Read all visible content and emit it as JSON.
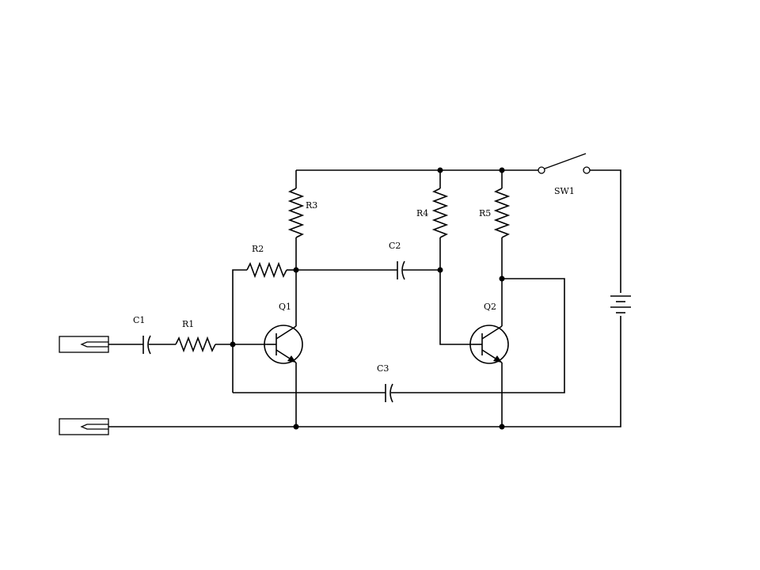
{
  "components": {
    "c1": "C1",
    "r1": "R1",
    "r2": "R2",
    "r3": "R3",
    "r4": "R4",
    "r5": "R5",
    "c2": "C2",
    "c3": "C3",
    "q1": "Q1",
    "q2": "Q2",
    "sw1": "SW1"
  }
}
